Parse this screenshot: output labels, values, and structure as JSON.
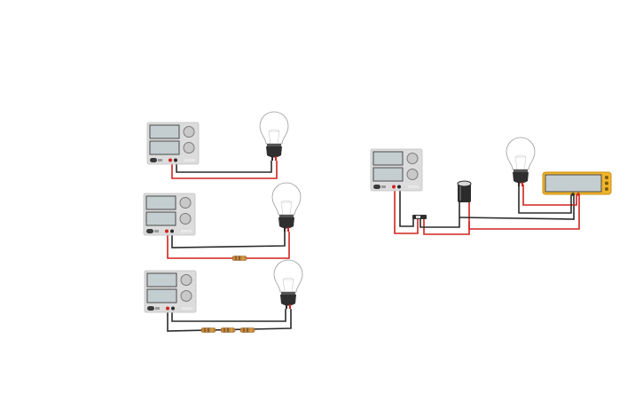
{
  "canvas": {
    "background": "#ffffff"
  },
  "colors": {
    "wire_red": "#d1231f",
    "wire_black": "#2b2b2b",
    "supply_body": "#dcdcdc",
    "supply_display": "#c4cdd0",
    "bulb_base": "#2f2f2f",
    "resistor": "#c58a3c",
    "multimeter": "#f0b429",
    "capacitor": "#2b2b2b"
  },
  "components": {
    "power_supplies": [
      {
        "id": "supply-1",
        "switch_label": ""
      },
      {
        "id": "supply-2",
        "switch_label": ""
      },
      {
        "id": "supply-3",
        "switch_label": ""
      },
      {
        "id": "supply-4",
        "switch_label": ""
      }
    ],
    "bulbs": [
      {
        "id": "bulb-1"
      },
      {
        "id": "bulb-2"
      },
      {
        "id": "bulb-3"
      },
      {
        "id": "bulb-4"
      }
    ],
    "resistors": [
      {
        "id": "resistor-1"
      },
      {
        "id": "resistor-2"
      },
      {
        "id": "resistor-3"
      },
      {
        "id": "resistor-4"
      }
    ],
    "capacitor": {
      "id": "capacitor-1"
    },
    "switch": {
      "id": "switch-1"
    },
    "multimeter": {
      "id": "multimeter-1"
    }
  }
}
